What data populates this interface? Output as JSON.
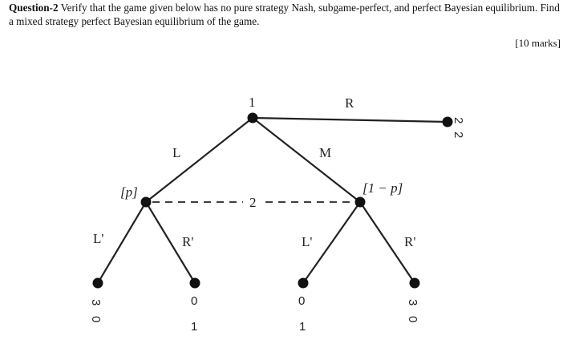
{
  "question": {
    "label": "Question-2",
    "text": " Verify that the game given below has no pure strategy Nash, subgame-perfect, and perfect Bayesian equilibrium. Find a mixed strategy perfect Bayesian equilibrium of the game.",
    "marks": "[10 marks]"
  },
  "tree": {
    "player1": "1",
    "player2": "2",
    "action_L": "L",
    "action_M": "M",
    "action_R": "R",
    "belief_left": "[p]",
    "belief_right": "[1 − p]",
    "action_L_prime_left": "L'",
    "action_R_prime_left": "R'",
    "action_L_prime_right": "L'",
    "action_R_prime_right": "R'",
    "payoff_R": [
      "2",
      "2"
    ],
    "payoff_LL": [
      "3",
      "0"
    ],
    "payoff_LR": [
      "0",
      "1"
    ],
    "payoff_ML": [
      "0",
      "1"
    ],
    "payoff_MR": [
      "3",
      "0"
    ]
  }
}
